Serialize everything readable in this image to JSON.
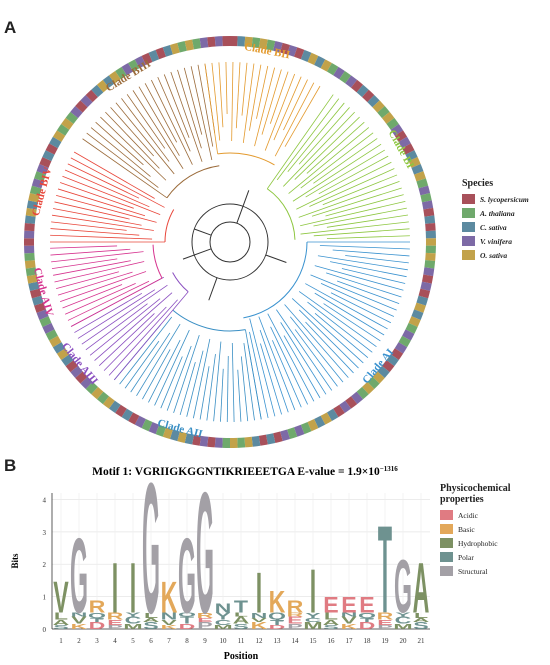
{
  "panels": {
    "a_label": "A",
    "b_label": "B"
  },
  "tree": {
    "clades": [
      {
        "name": "Clade BIV",
        "color": "#e8463a"
      },
      {
        "name": "Clade BIII",
        "color": "#9b6b3a"
      },
      {
        "name": "Clade BII",
        "color": "#e39a2e"
      },
      {
        "name": "Clade BI",
        "color": "#8dc63f"
      },
      {
        "name": "Clade AI",
        "color": "#3a92cf"
      },
      {
        "name": "Clade AII",
        "color": "#3a8fc4"
      },
      {
        "name": "Clade AIII",
        "color": "#8a4ec0"
      },
      {
        "name": "Clade AIV",
        "color": "#d6338f"
      }
    ],
    "species_colors": [
      "#a8505a",
      "#6fa96c",
      "#5c8aa0",
      "#7d6aa6",
      "#c2a24a"
    ]
  },
  "species_legend": {
    "title": "Species",
    "items": [
      {
        "label": "S. lycopersicum",
        "color": "#a8505a"
      },
      {
        "label": "A. thaliana",
        "color": "#6fa96c"
      },
      {
        "label": "C. sativa",
        "color": "#5c8aa0"
      },
      {
        "label": "V. vinifera",
        "color": "#7d6aa6"
      },
      {
        "label": "O. sativa",
        "color": "#c2a24a"
      }
    ]
  },
  "motif": {
    "title": "Motif 1: VGRIIGKGGNTIKRIEEETGA  E-value = 1.9×10",
    "exponent": "−1316",
    "y_axis_label": "Bits",
    "x_axis_label": "Position",
    "y_ticks": [
      "0",
      "1",
      "2",
      "3",
      "4"
    ],
    "positions": [
      "1",
      "2",
      "3",
      "4",
      "5",
      "6",
      "7",
      "8",
      "9",
      "10",
      "11",
      "12",
      "13",
      "14",
      "15",
      "16",
      "17",
      "18",
      "19",
      "20",
      "21"
    ],
    "top_letters": [
      "V",
      "G",
      "R",
      "I",
      "I",
      "G",
      "K",
      "G",
      "G",
      "N",
      "T",
      "I",
      "K",
      "R",
      "I",
      "E",
      "E",
      "E",
      "T",
      "G",
      "A"
    ],
    "heights_bits": [
      1.0,
      2.4,
      0.4,
      1.6,
      1.6,
      4.2,
      1.0,
      2.4,
      3.9,
      0.3,
      0.4,
      1.3,
      0.7,
      0.4,
      1.4,
      0.5,
      0.5,
      0.5,
      2.8,
      1.7,
      1.6
    ]
  },
  "props_legend": {
    "title": "Physicochemical properties",
    "items": [
      {
        "label": "Acidic",
        "color": "#e07b82"
      },
      {
        "label": "Basic",
        "color": "#e3a85a"
      },
      {
        "label": "Hydrophobic",
        "color": "#7d9163"
      },
      {
        "label": "Polar",
        "color": "#6e9290"
      },
      {
        "label": "Structural",
        "color": "#a3a0a6"
      }
    ]
  }
}
